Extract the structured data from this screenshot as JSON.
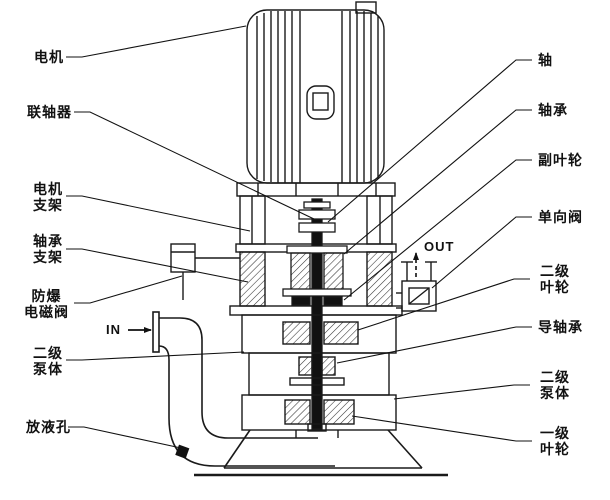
{
  "diagram": {
    "name": "vertical-pump-cross-section",
    "labels_left": [
      {
        "id": "motor",
        "text": "电机"
      },
      {
        "id": "coupling",
        "text": "联轴器"
      },
      {
        "id": "motor-bracket",
        "text": "电机\n支架"
      },
      {
        "id": "bearing-bracket",
        "text": "轴承\n支架"
      },
      {
        "id": "explosion-proof-solenoid-valve",
        "text": "防爆\n电磁阀"
      },
      {
        "id": "second-stage-pump-body",
        "text": "二级\n泵体"
      },
      {
        "id": "drain-hole",
        "text": "放液孔"
      }
    ],
    "labels_right": [
      {
        "id": "shaft",
        "text": "轴"
      },
      {
        "id": "bearing",
        "text": "轴承"
      },
      {
        "id": "auxiliary-impeller",
        "text": "副叶轮"
      },
      {
        "id": "check-valve",
        "text": "单向阀"
      },
      {
        "id": "second-stage-impeller",
        "text": "二级\n叶轮"
      },
      {
        "id": "guide-bearing",
        "text": "导轴承"
      },
      {
        "id": "second-stage-pump-body",
        "text": "二级\n泵体"
      },
      {
        "id": "first-stage-impeller",
        "text": "一级\n叶轮"
      }
    ],
    "flow_in": "IN",
    "flow_out": "OUT",
    "colors": {
      "background": "#ffffff",
      "line": "#1a1a1a"
    }
  }
}
